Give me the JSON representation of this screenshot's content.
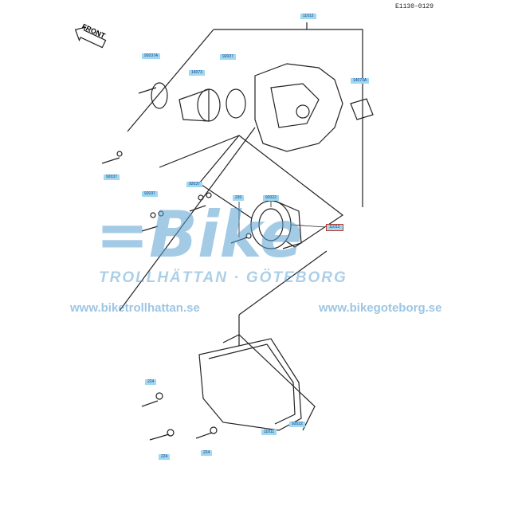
{
  "diagram_ref": "E1130-0129",
  "front_label": "FRONT",
  "watermark": {
    "logo": "=Bike",
    "subtitle": "TROLLHÄTTAN · GÖTEBORG",
    "url_left": "www.biketrollhattan.se",
    "url_right": "www.bikegoteborg.se"
  },
  "parts": [
    {
      "id": "11012"
    },
    {
      "id": "92037A"
    },
    {
      "id": "14073"
    },
    {
      "id": "92037"
    },
    {
      "id": "14073A"
    },
    {
      "id": "92037"
    },
    {
      "id": "92037"
    },
    {
      "id": "92037"
    },
    {
      "id": "11013"
    },
    {
      "id": "220"
    },
    {
      "id": "92022"
    },
    {
      "id": "224"
    },
    {
      "id": "224"
    },
    {
      "id": "224"
    },
    {
      "id": "11011"
    },
    {
      "id": "92022"
    }
  ]
}
